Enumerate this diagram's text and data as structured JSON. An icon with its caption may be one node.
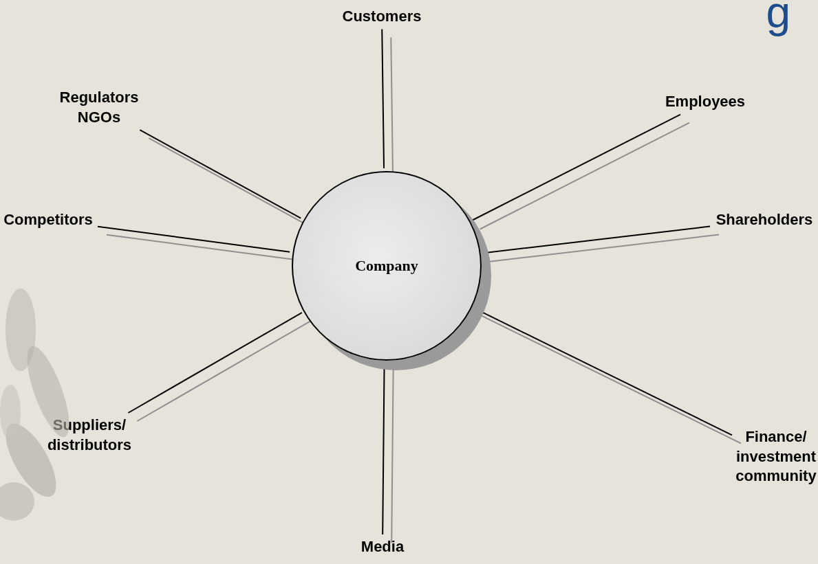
{
  "diagram": {
    "title": "g",
    "nodes": [
      {
        "text": [
          "Company"
        ]
      },
      {
        "text": [
          "Customers"
        ]
      },
      {
        "text": [
          "Employees"
        ]
      },
      {
        "text": [
          "Shareholders"
        ]
      },
      {
        "text": [
          "Finance/ investment community"
        ]
      },
      {
        "text": [
          "Media"
        ]
      },
      {
        "text": [
          "Suppliers/ distributors"
        ]
      },
      {
        "text": [
          "Competitors"
        ]
      },
      {
        "text": [
          "Regulators NGOs"
        ]
      },
      {
        "text": [],
        "shape": "picture"
      }
    ],
    "edges": [
      {
        "from": 0,
        "to": 1,
        "arrow": "none"
      },
      {
        "from": 0,
        "to": 2,
        "arrow": "none"
      },
      {
        "from": 0,
        "to": 3,
        "arrow": "none"
      },
      {
        "from": 0,
        "to": 4,
        "arrow": "none"
      },
      {
        "from": 0,
        "to": 5,
        "arrow": "none"
      },
      {
        "from": 0,
        "to": 6,
        "arrow": "none"
      },
      {
        "from": 0,
        "to": 7,
        "arrow": "none"
      },
      {
        "from": 0,
        "to": 8,
        "arrow": "none"
      }
    ]
  }
}
